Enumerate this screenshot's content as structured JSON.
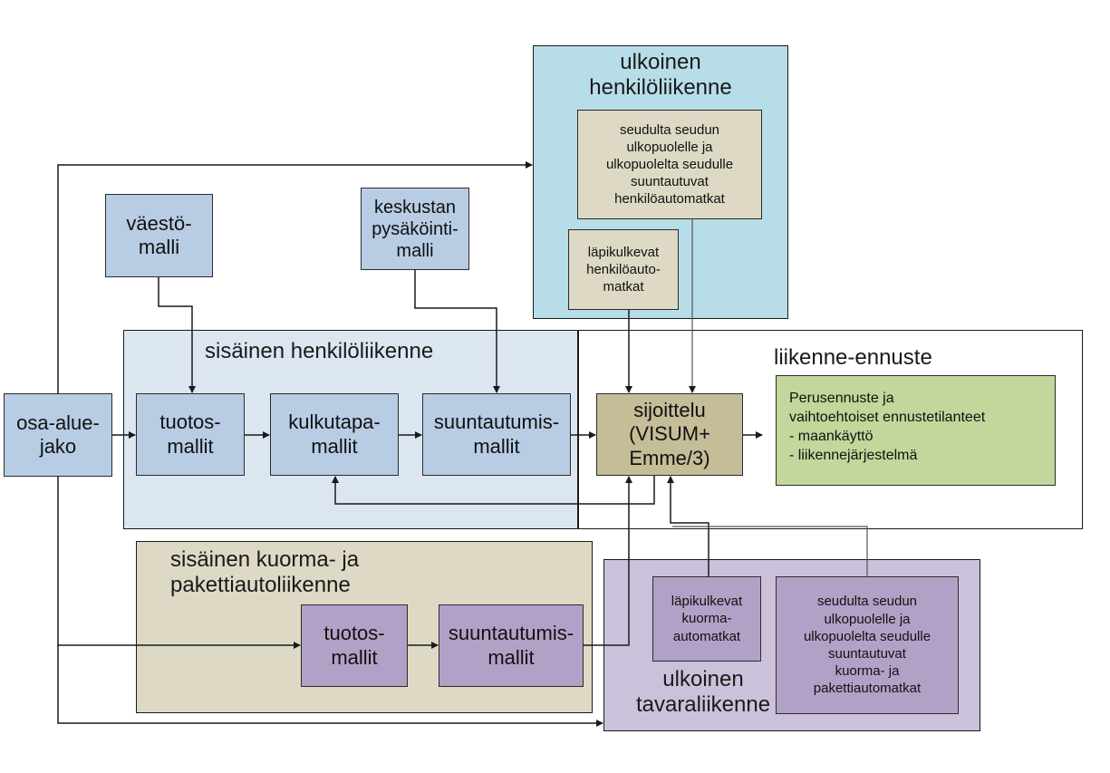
{
  "colors": {
    "person_inner_region": "#dce6f1",
    "person_external_region": "#b6dde8",
    "freight_inner_region": "#ddd9c4",
    "freight_external_region": "#ccc1da",
    "blue_node": "#b8cce4",
    "tan_node": "#ddd9c4",
    "purple_node": "#b2a1c7",
    "assignment_node": "#c4bd97",
    "forecast_node": "#c3d69b",
    "line": "#1a1a1a"
  },
  "regions": {
    "internal_person": "sisäinen henkilöliikenne",
    "external_person": "ulkoinen\nhenkilöliikenne",
    "forecast": "liikenne-ennuste",
    "internal_freight": "sisäinen kuorma- ja\npakettiautoliikenne",
    "external_freight": "ulkoinen\ntavaraliikenne"
  },
  "nodes": {
    "zoning": "osa-alue-\njako",
    "population": "väestö-\nmalli",
    "parking": "keskustan\npysäköinti-\nmalli",
    "generation": "tuotos-\nmallit",
    "mode_choice": "kulkutapa-\nmallit",
    "distribution": "suuntautumis-\nmallit",
    "assignment": "sijoittelu\n(VISUM+\nEmme/3)",
    "forecast_result": "Perusennuste ja\nvaihtoehtoiset ennustetilanteet\n- maankäyttö\n- liikennejärjestelmä",
    "external_car_trips": "seudulta seudun\nulkopuolelle ja\nulkopuolelta seudulle\nsuuntautuvat\nhenkilöautomatkat",
    "through_car_trips": "läpikulkevat\nhenkilöauto-\nmatkat",
    "freight_generation": "tuotos-\nmallit",
    "freight_distribution": "suuntautumis-\nmallit",
    "through_truck_trips": "läpikulkevat\nkuorma-\nautomatkat",
    "external_truck_trips": "seudulta seudun\nulkopuolelle ja\nulkopuolelta seudulle\nsuuntautuvat\nkuorma- ja\npakettiautomatkat"
  }
}
